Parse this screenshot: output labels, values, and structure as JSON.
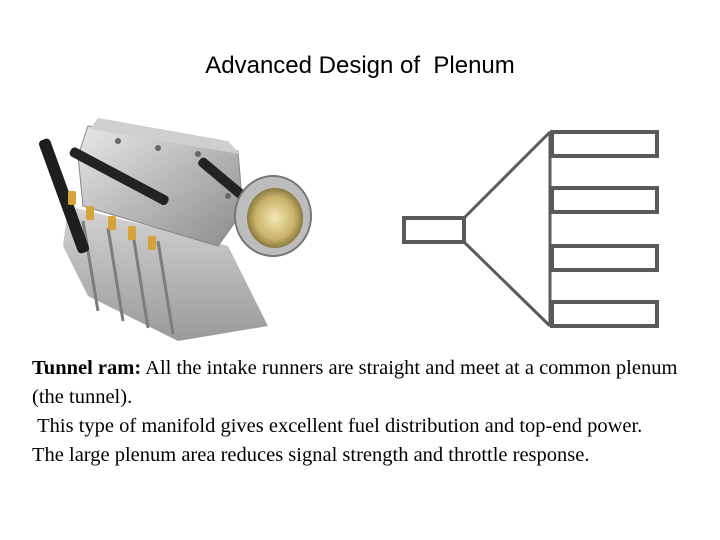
{
  "slide": {
    "title": "Advanced Design of  Plenum",
    "images": {
      "photo": "tunnel-ram-intake-manifold-photo",
      "diagram": "plenum-runner-diagram"
    },
    "body": {
      "term": "Tunnel ram:",
      "definition": " All the intake runners are straight and meet at a common plenum (the tunnel).",
      "line2": " This type of manifold gives excellent fuel distribution and top-end power.",
      "line3": "The large plenum area reduces signal strength and throttle response."
    }
  }
}
